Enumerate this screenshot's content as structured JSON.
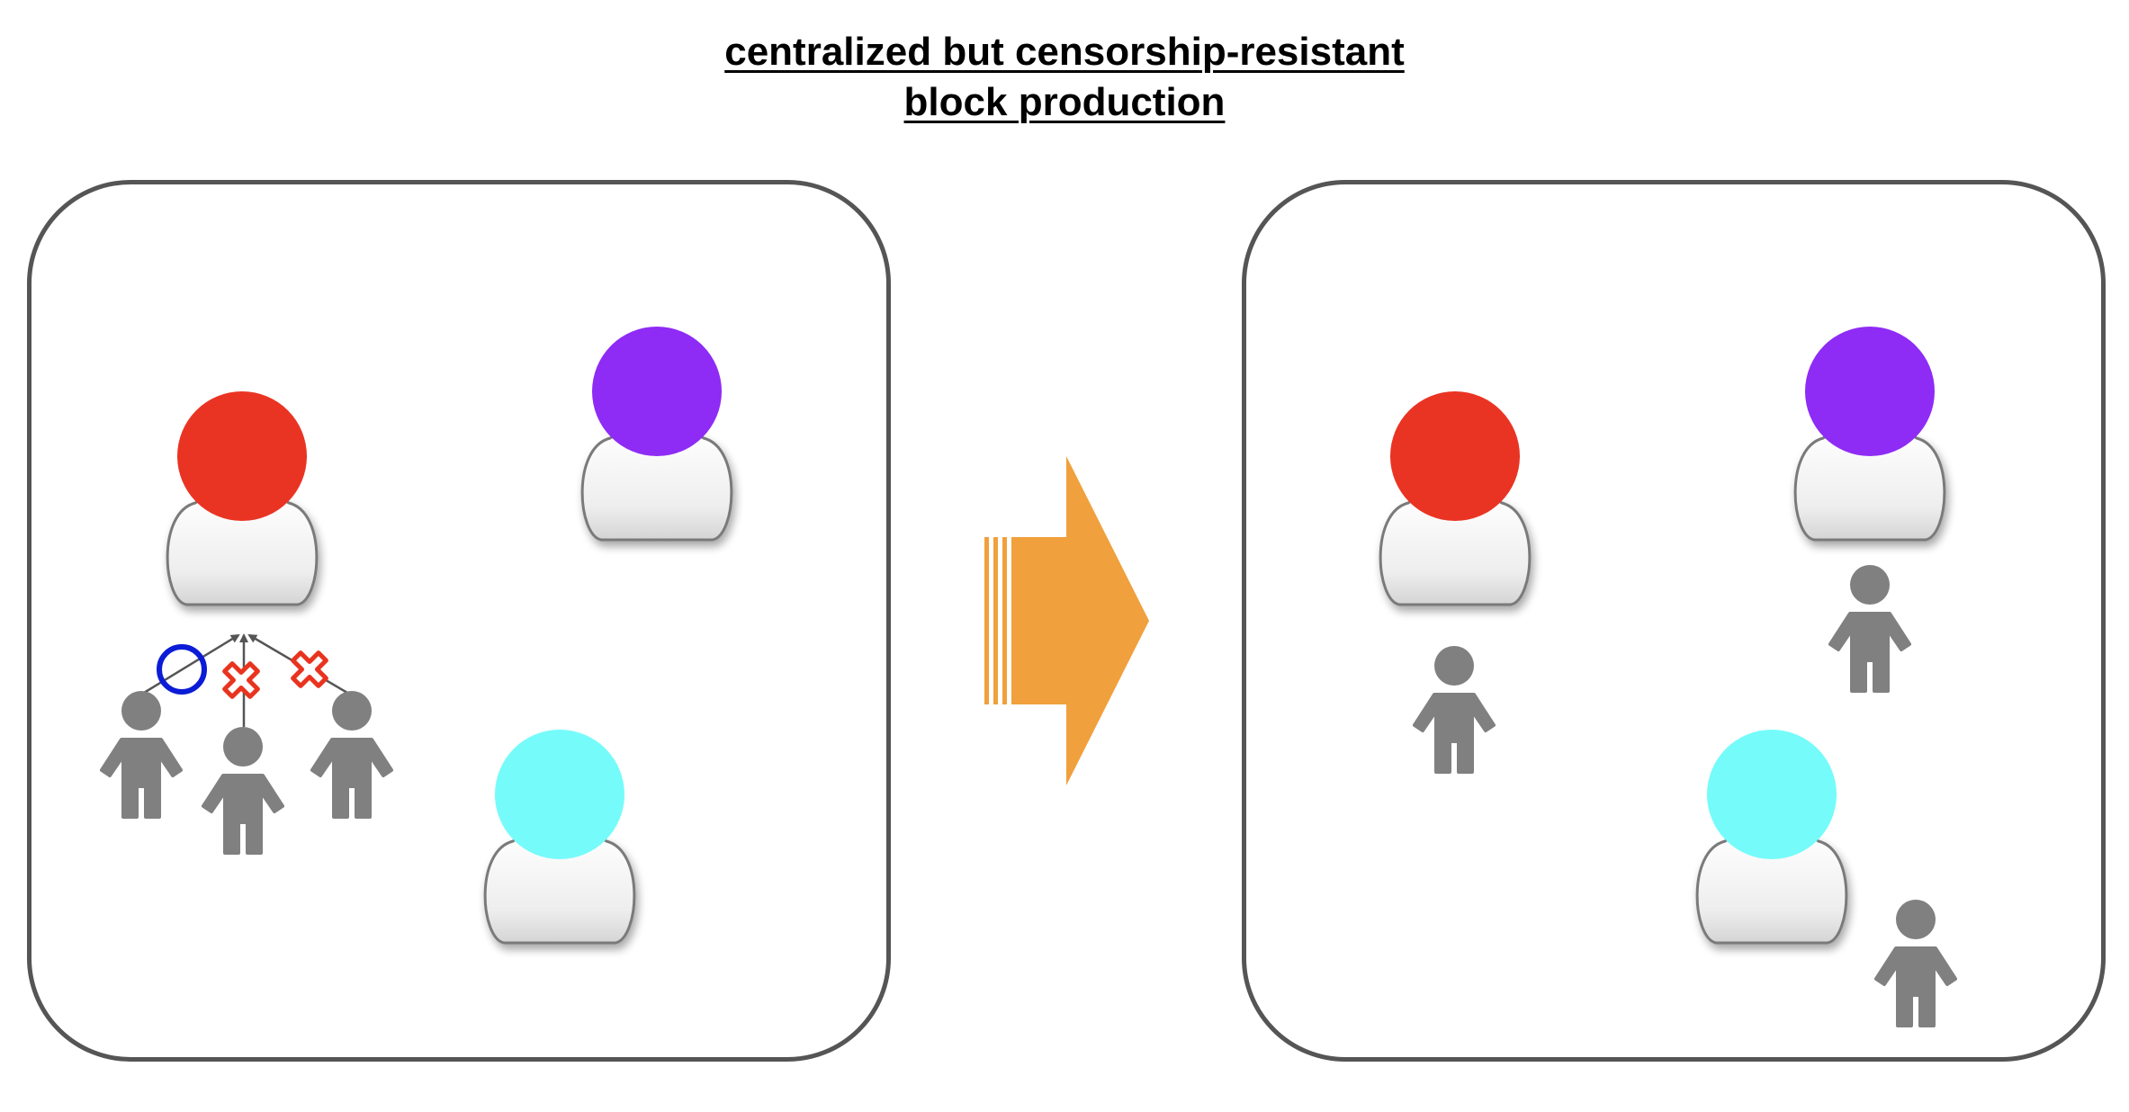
{
  "title": {
    "line1": "centralized but censorship-resistant",
    "line2": "block production"
  },
  "colors": {
    "red": "#EA3423",
    "purple": "#8E2BF5",
    "cyan": "#76FBFB",
    "orange": "#F0A03C",
    "panel_border": "#555555",
    "user_gray": "#808080",
    "reject_red": "#E8341F",
    "accept_blue": "#0B1CD6"
  },
  "diagram": {
    "left_panel": {
      "producers": [
        "red",
        "purple",
        "cyan"
      ],
      "users_attached_to": "red",
      "transactions": [
        "accepted",
        "censored",
        "censored"
      ]
    },
    "transition": "arrow",
    "right_panel": {
      "producers": [
        "red",
        "purple",
        "cyan"
      ],
      "users": [
        "independent",
        "independent",
        "independent"
      ]
    }
  }
}
